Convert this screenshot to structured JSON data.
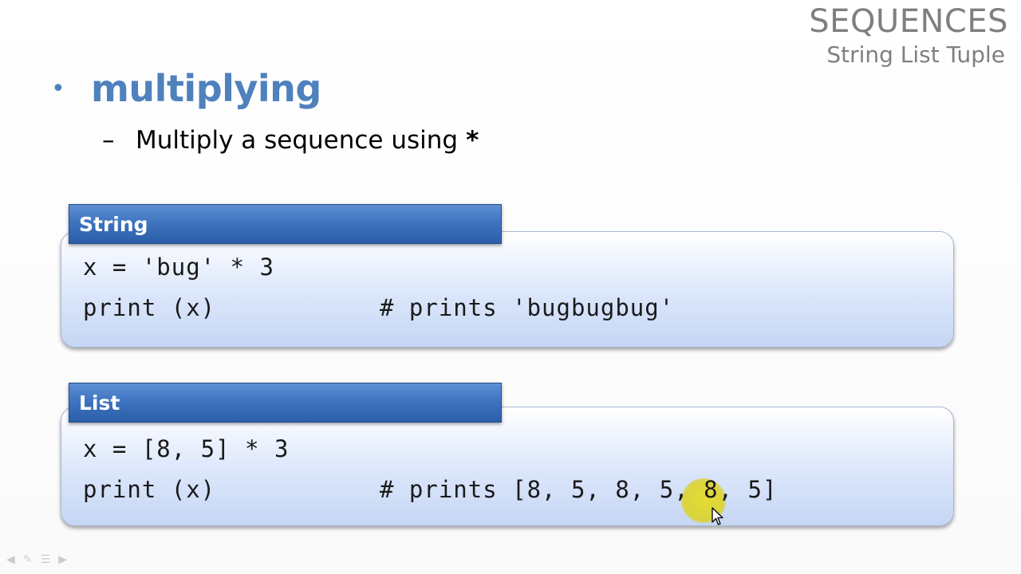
{
  "header": {
    "title": "SEQUENCES",
    "subtitle": "String List Tuple"
  },
  "bullet": {
    "dot": "•",
    "text": "multiplying"
  },
  "sub_bullet": {
    "dash": "–",
    "text": "Multiply a sequence using",
    "operator": "*"
  },
  "string_box": {
    "label": "String",
    "line1": "x = 'bug' * 3",
    "line2_code": "print (x)",
    "line2_comment": "# prints 'bugbugbug'"
  },
  "list_box": {
    "label": "List",
    "line1": "x = [8, 5] * 3",
    "line2_code": "print (x)",
    "line2_comment": "# prints [8, 5, 8, 5, 8, 5]"
  },
  "colors": {
    "accent_blue": "#4f81bd",
    "label_bg": "#3f74c0",
    "header_gray": "#7f7f7f",
    "cursor_yellow": "#e0d820"
  },
  "icons": {
    "cursor": "mouse-pointer-icon",
    "nav": [
      "prev-slide-icon",
      "pen-icon",
      "menu-icon",
      "next-slide-icon"
    ]
  }
}
